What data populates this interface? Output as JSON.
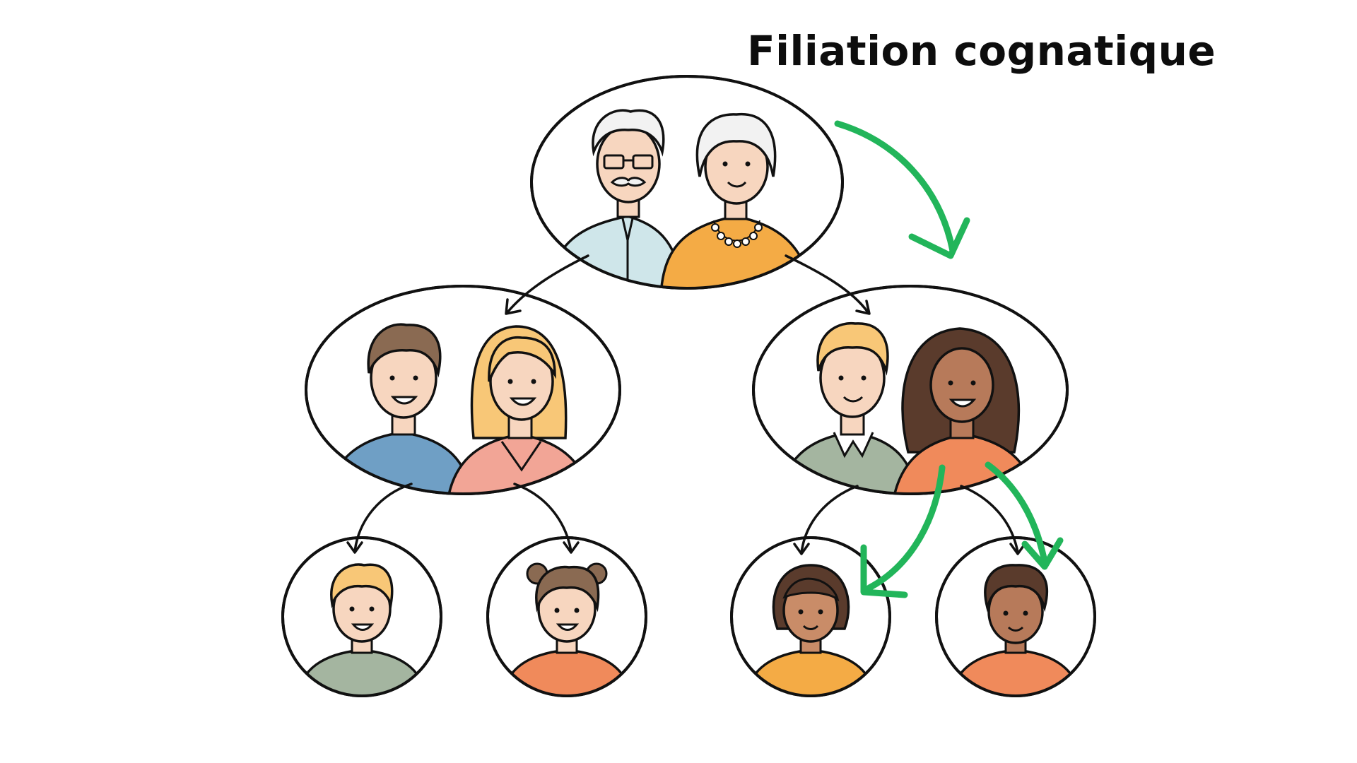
{
  "title": "Filiation cognatique",
  "colors": {
    "outline": "#111111",
    "highlight_arrow": "#22b55a",
    "background": "#ffffff"
  },
  "nodes": [
    {
      "id": "grandparents",
      "generation": 1,
      "people": [
        {
          "role": "grandfather",
          "shirt": "#cfe6ea",
          "hair": "#f2f2f2",
          "skin": "#f7d6bf"
        },
        {
          "role": "grandmother",
          "shirt": "#f4ab45",
          "hair": "#f2f2f2",
          "skin": "#f7d6bf"
        }
      ]
    },
    {
      "id": "couple-left",
      "generation": 2,
      "people": [
        {
          "role": "man",
          "shirt": "#6f9fc5",
          "hair": "#8a6a52",
          "skin": "#f7d6bf"
        },
        {
          "role": "woman",
          "shirt": "#f2a596",
          "hair": "#f8c777",
          "skin": "#f7d6bf"
        }
      ]
    },
    {
      "id": "couple-right",
      "generation": 2,
      "people": [
        {
          "role": "man",
          "shirt": "#a4b5a0",
          "hair": "#f8c777",
          "skin": "#f7d6bf"
        },
        {
          "role": "woman",
          "shirt": "#f08a5b",
          "hair": "#5a3b2c",
          "skin": "#b77a5a"
        }
      ]
    },
    {
      "id": "child-1",
      "generation": 3,
      "people": [
        {
          "role": "boy",
          "shirt": "#a4b5a0",
          "hair": "#f8c777",
          "skin": "#f7d6bf"
        }
      ]
    },
    {
      "id": "child-2",
      "generation": 3,
      "people": [
        {
          "role": "girl",
          "shirt": "#f08a5b",
          "hair": "#8a6a52",
          "skin": "#f7d6bf"
        }
      ]
    },
    {
      "id": "child-3",
      "generation": 3,
      "people": [
        {
          "role": "girl",
          "shirt": "#f4ab45",
          "hair": "#5a3b2c",
          "skin": "#c98c68"
        }
      ]
    },
    {
      "id": "child-4",
      "generation": 3,
      "people": [
        {
          "role": "boy",
          "shirt": "#f08a5b",
          "hair": "#5a3b2c",
          "skin": "#b77a5a"
        }
      ]
    }
  ],
  "edges": [
    {
      "from": "grandparents",
      "to": "couple-left",
      "highlighted": false
    },
    {
      "from": "grandparents",
      "to": "couple-right",
      "highlighted": false
    },
    {
      "from": "couple-left",
      "to": "child-1",
      "highlighted": false
    },
    {
      "from": "couple-left",
      "to": "child-2",
      "highlighted": false
    },
    {
      "from": "couple-right",
      "to": "child-3",
      "highlighted": false
    },
    {
      "from": "couple-right",
      "to": "child-4",
      "highlighted": false
    },
    {
      "from": "grandparents",
      "to": "couple-right",
      "highlighted": true
    },
    {
      "from": "couple-right",
      "to": "child-3",
      "highlighted": true
    },
    {
      "from": "couple-right",
      "to": "child-4",
      "highlighted": true
    }
  ]
}
